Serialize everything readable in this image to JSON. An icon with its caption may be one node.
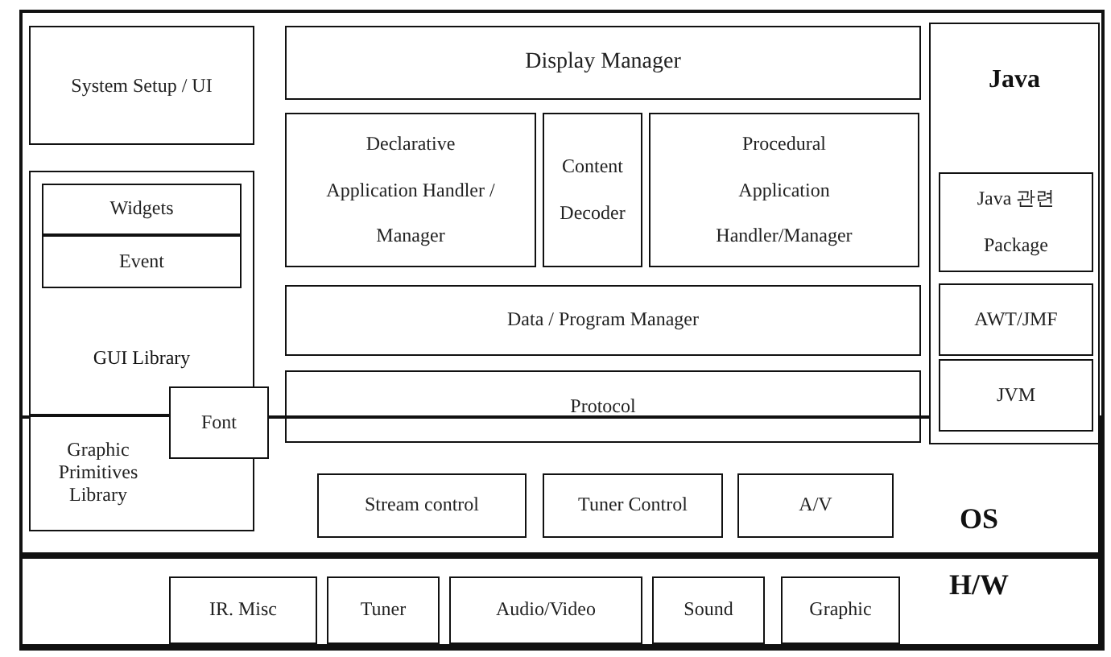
{
  "diagram": {
    "nodes": [
      {
        "text": [
          "System Setup / UI"
        ]
      },
      {
        "text": [
          "Display Manager"
        ]
      },
      {
        "text": [
          "Java"
        ]
      },
      {
        "text": [
          "GUI Library"
        ]
      },
      {
        "text": [
          "Widgets"
        ],
        "in": 3
      },
      {
        "text": [
          "Event"
        ],
        "in": 3
      },
      {
        "text": [
          "Declarative Application Handler / Manager"
        ]
      },
      {
        "text": [
          "Content Decoder"
        ]
      },
      {
        "text": [
          "Procedural Application Handler/Manager"
        ]
      },
      {
        "text": [
          "Java 관련 Package"
        ],
        "in": 2
      },
      {
        "text": [
          "Data / Program Manager"
        ]
      },
      {
        "text": [
          "AWT/JMF"
        ],
        "in": 2
      },
      {
        "text": [
          "Protocol"
        ]
      },
      {
        "text": [
          "JVM"
        ],
        "in": 2
      },
      {
        "text": [
          "OS"
        ]
      },
      {
        "text": [
          "Graphic Primitives Library"
        ],
        "in": 14
      },
      {
        "text": [
          "Font"
        ]
      },
      {
        "text": [
          "Stream control"
        ],
        "in": 14
      },
      {
        "text": [
          "Tuner Control"
        ],
        "in": 14
      },
      {
        "text": [
          "A/V"
        ],
        "in": 14
      },
      {
        "text": [
          "H/W"
        ]
      },
      {
        "text": [
          "IR. Misc"
        ],
        "in": 20
      },
      {
        "text": [
          "Tuner"
        ],
        "in": 20
      },
      {
        "text": [
          "Audio/Video"
        ],
        "in": 20
      },
      {
        "text": [
          "Sound"
        ],
        "in": 20
      },
      {
        "text": [
          "Graphic"
        ],
        "in": 20
      }
    ]
  }
}
